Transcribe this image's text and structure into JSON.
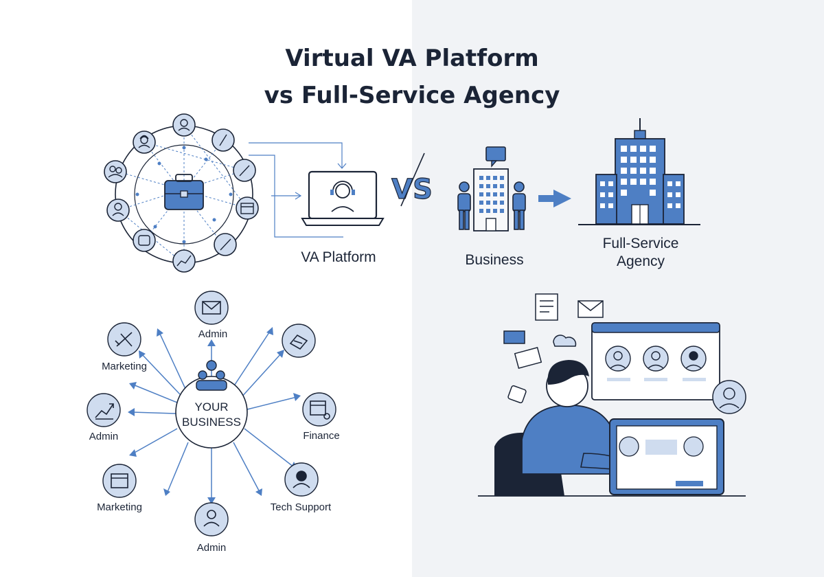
{
  "title": {
    "line1": "Virtual VA Platform",
    "line2": "vs Full-Service Agency"
  },
  "vs_label": "VS",
  "top_left": {
    "label": "VA Platform"
  },
  "top_right": {
    "business_label": "Business",
    "agency_label_line1": "Full-Service",
    "agency_label_line2": "Agency"
  },
  "hub": {
    "center_line1": "YOUR",
    "center_line2": "BUSINESS",
    "nodes": [
      {
        "label": "Admin",
        "icon": "mail-icon"
      },
      {
        "label": "Marketing",
        "icon": "megaphone-icon"
      },
      {
        "label": "Admin",
        "icon": "growth-chart-icon"
      },
      {
        "label": "Marketing",
        "icon": "calendar-icon"
      },
      {
        "label": "Admin",
        "icon": "person-icon"
      },
      {
        "label": "Tech Support",
        "icon": "support-agent-icon"
      },
      {
        "label": "Finance",
        "icon": "calendar-search-icon"
      },
      {
        "label": "",
        "icon": "handshake-icon"
      }
    ]
  },
  "colors": {
    "accent": "#4e7fc4",
    "accent_light": "#cfdcef",
    "dark": "#1b2436",
    "panel": "#f1f3f6"
  }
}
